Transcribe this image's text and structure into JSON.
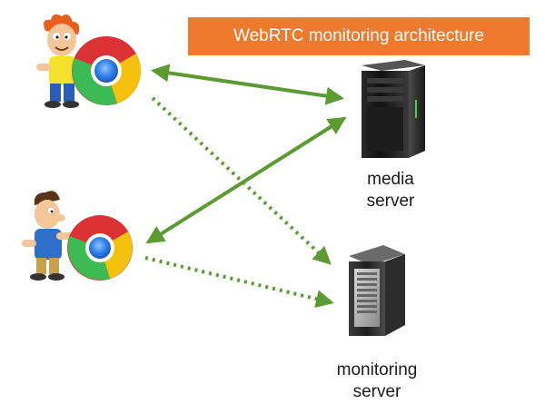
{
  "title": "WebRTC monitoring architecture",
  "nodes": {
    "media_server": {
      "label_line1": "media",
      "label_line2": "server",
      "icon": "server-tower-icon"
    },
    "monitoring_server": {
      "label_line1": "monitoring",
      "label_line2": "server",
      "icon": "server-tower-icon"
    },
    "user_top": {
      "icon": "cartoon-user-icon",
      "browser": "chrome-browser-icon"
    },
    "user_bottom": {
      "icon": "cartoon-user-icon",
      "browser": "chrome-browser-icon"
    }
  },
  "edges": [
    {
      "from": "user_top",
      "to": "media_server",
      "style": "solid",
      "direction": "both"
    },
    {
      "from": "user_bottom",
      "to": "media_server",
      "style": "solid",
      "direction": "both"
    },
    {
      "from": "user_top",
      "to": "monitoring_server",
      "style": "dotted",
      "direction": "forward"
    },
    {
      "from": "user_bottom",
      "to": "monitoring_server",
      "style": "dotted",
      "direction": "forward"
    }
  ],
  "colors": {
    "title_background": "#ef7a2e",
    "title_text": "#ffffff",
    "connection": "#5c9a32"
  }
}
